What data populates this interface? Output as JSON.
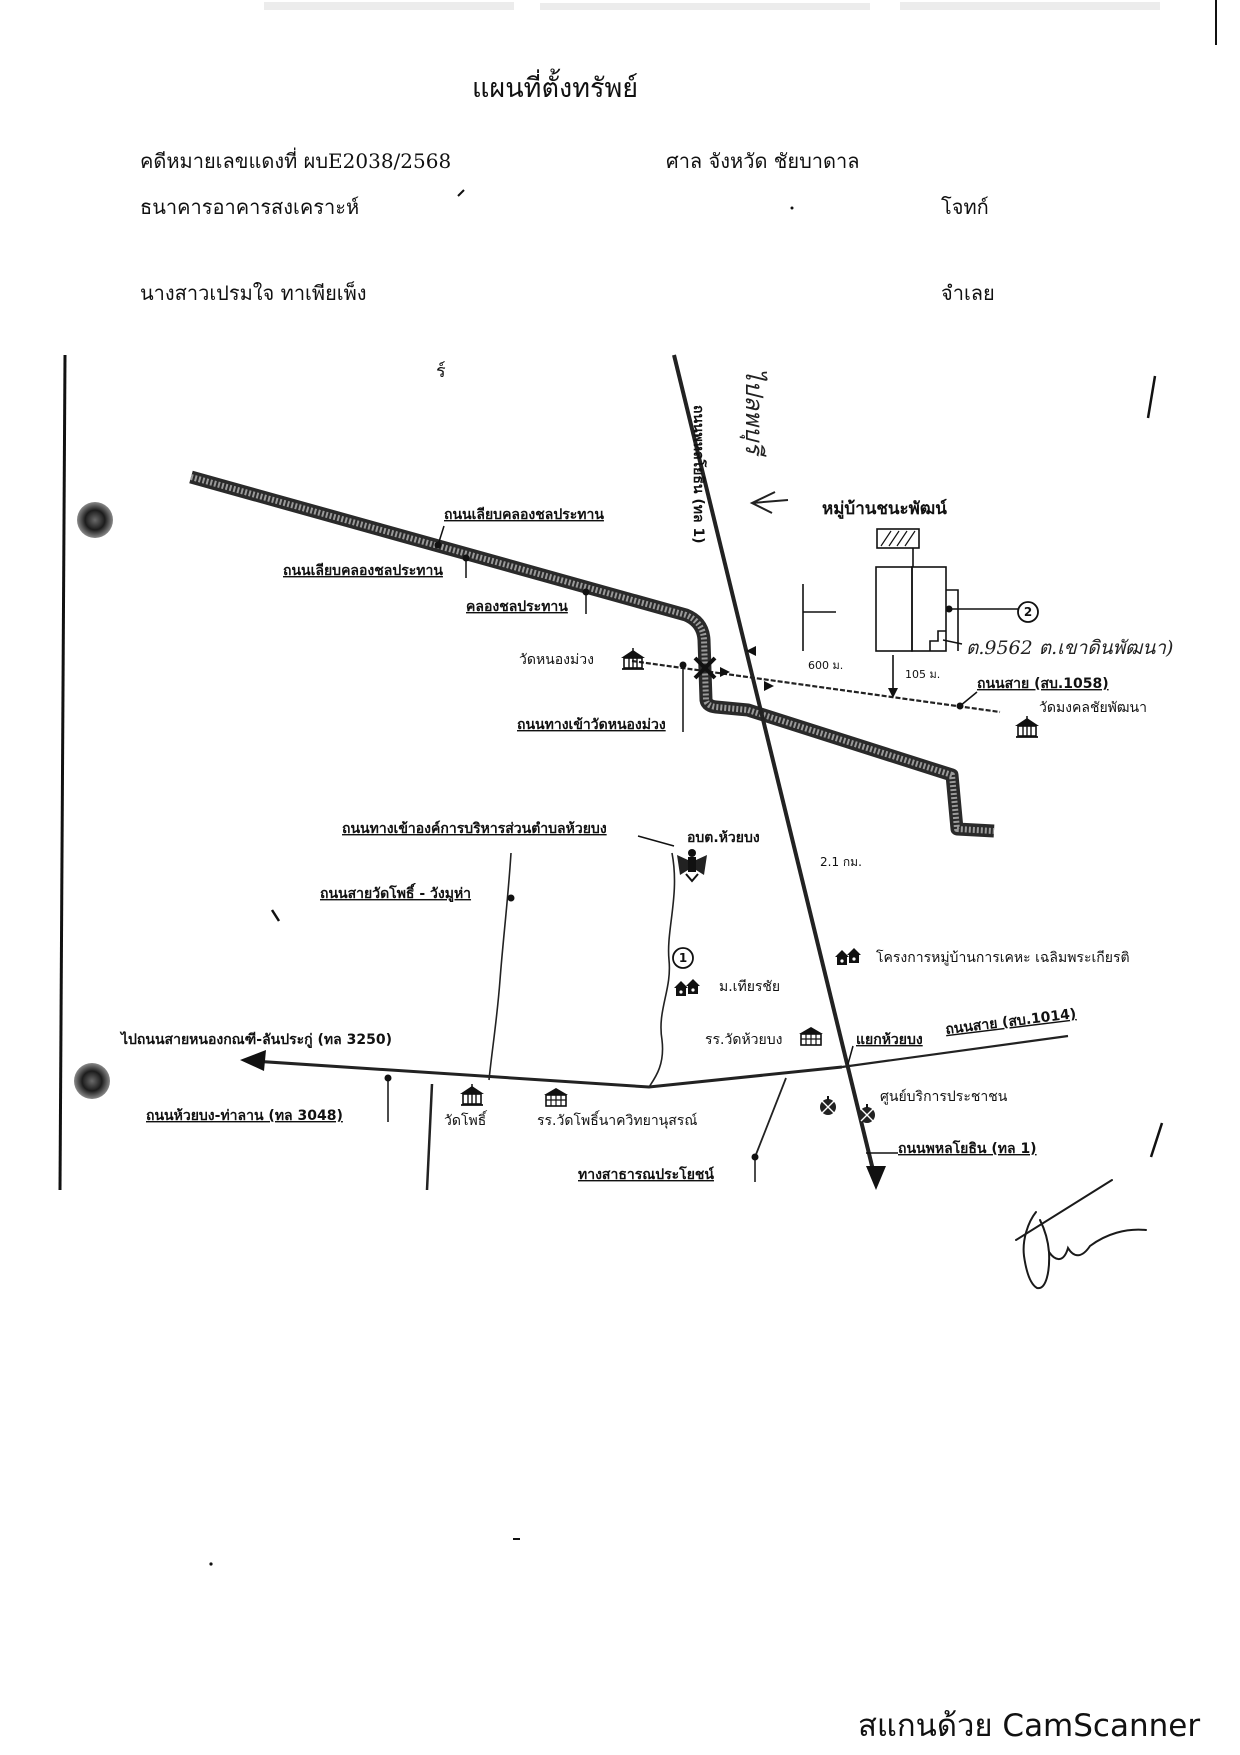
{
  "document": {
    "title": "แผนที่ตั้งทรัพย์",
    "case_number": "คดีหมายเลขแดงที่ ผบE2038/2568",
    "court": "ศาล จังหวัด ชัยบาดาล",
    "plaintiff": "ธนาคารอาคารสงเคราะห์",
    "plaintiff_role": "โจทก์",
    "defendant": "นางสาวเปรมใจ  ทาเพียเพ็ง",
    "defendant_role": "จำเลย"
  },
  "map": {
    "labels": {
      "top_mark": "ร์",
      "canal_road_1": "ถนนเลียบคลองชลประทาน",
      "canal_road_2": "ถนนเลียบคลองชลประทาน",
      "canal": "คลองชลประทาน",
      "wat_nong_muang": "วัดหนองม่วง",
      "wat_nong_muang_road": "ถนนทางเข้าวัดหนองม่วง",
      "phahonyothin_top": "ถนนพหลโยธิน (ทล 1)",
      "to_lopburi": "ไปลพบุรี",
      "village": "หมู่บ้านชนะพัฒน์",
      "distance_600": "600 ม.",
      "distance_105": "105 ม.",
      "marker_2": "2",
      "parcel_note": "ต.9562 ต.เขาดินพัฒนา)",
      "road_sb1058": "ถนนสาย (สบ.1058)",
      "wat_mongkol": "วัดมงคลชัยพัฒนา",
      "sao_road": "ถนนทางเข้าองค์การบริหารส่วนตำบลห้วยบง",
      "sao": "อบต.ห้วยบง",
      "distance_21km": "2.1 กม.",
      "wat_pho_road": "ถนนสายวัดโพธิ์ - วังมูห่า",
      "marker_1": "1",
      "thianchai_village": "ม.เทียรชัย",
      "housing_project": "โครงการหมู่บ้านการเคหะ เฉลิมพระเกียรติ",
      "wat_huai_bong_school": "รร.วัดห้วยบง",
      "huai_bong_junction": "แยกห้วยบง",
      "road_sb1014": "ถนนสาย (สบ.1014)",
      "to_route_3250": "ไปถนนสายหนองกณฑี-ลันประกู่ (ทล 3250)",
      "route_3048": "ถนนห้วยบง-ท่าลาน (ทล 3048)",
      "wat_pho": "วัดโพธิ์",
      "wat_pho_school": "รร.วัดโพธิ์นาควิทยานุสรณ์",
      "service_center": "ศูนย์บริการประชาชน",
      "phahonyothin_bottom": "ถนนพหลโยธิน (ทล 1)",
      "public_way": "ทางสาธารณประโยชน์"
    }
  },
  "footer": {
    "scanner_watermark": "สแกนด้วย CamScanner"
  },
  "colors": {
    "ink": "#111111",
    "paper": "#ffffff",
    "canal_road_fill": "#9a9a9a"
  }
}
